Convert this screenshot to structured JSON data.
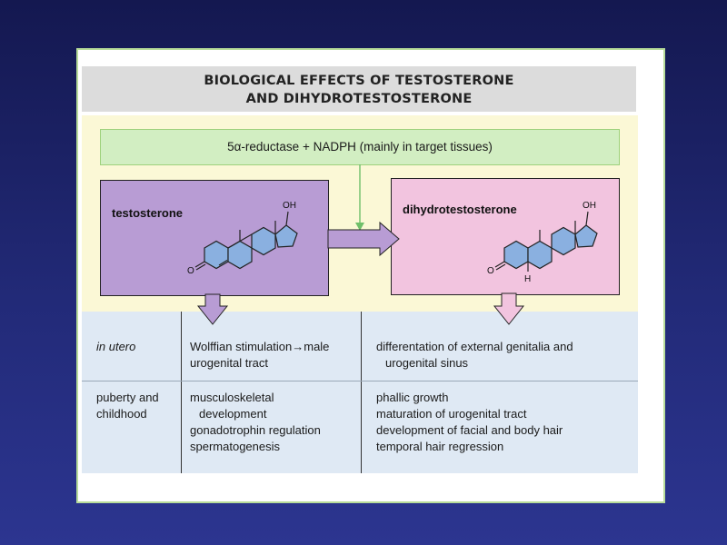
{
  "title": {
    "line1": "BIOLOGICAL EFFECTS OF TESTOSTERONE",
    "line2": "AND DIHYDROTESTOSTERONE"
  },
  "enzyme_label": "5α-reductase + NADPH (mainly in target tissues)",
  "testosterone": {
    "label": "testosterone",
    "oh": "OH",
    "o": "O"
  },
  "dht": {
    "label": "dihydrotestosterone",
    "oh": "OH",
    "o": "O",
    "h": "H"
  },
  "table": {
    "rows": [
      {
        "stage": "in utero",
        "testosterone": [
          "Wolffian stimulation→male",
          "urogenital tract"
        ],
        "dht": [
          "differentation of external genitalia and",
          "urogenital sinus"
        ]
      },
      {
        "stage_lines": [
          "puberty and",
          "childhood"
        ],
        "testosterone": [
          "musculoskeletal",
          "development",
          "gonadotrophin regulation",
          "spermatogenesis"
        ],
        "dht": [
          "phallic growth",
          "maturation of urogenital tract",
          "development of facial and body hair",
          "temporal hair regression"
        ]
      }
    ]
  },
  "colors": {
    "testosterone_box": "#b89cd4",
    "dht_box": "#f2c4df",
    "enzyme_box": "#d2eec2",
    "upper_bg": "#fbf8d6",
    "lower_bg": "#dfe9f4"
  }
}
